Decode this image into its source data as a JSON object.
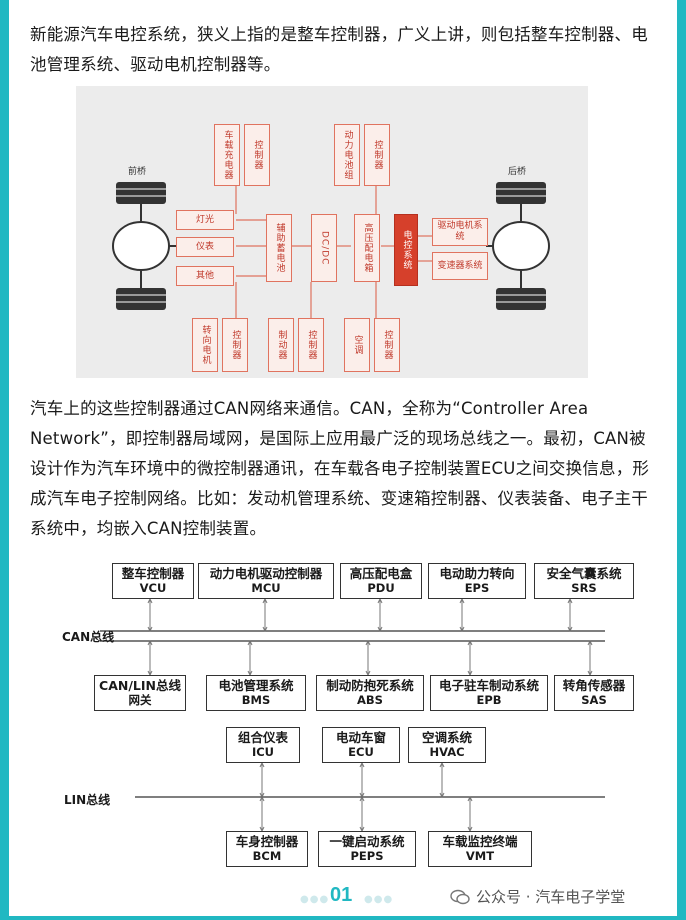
{
  "para1": "新能源汽车电控系统，狭义上指的是整车控制器，广义上讲，则包括整车控制器、电池管理系统、驱动电机控制器等。",
  "para2": "汽车上的这些控制器通过CAN网络来通信。CAN，全称为“Controller Area Network”，即控制器局域网，是国际上应用最广泛的现场总线之一。最初，CAN被设计作为汽车环境中的微控制器通讯，在车载各电子控制装置ECU之间交换信息，形成汽车电子控制网络。比如：发动机管理系统、变速箱控制器、仪表装备、电子主干系统中，均嵌入CAN控制装置。",
  "figure1": {
    "front_axle": "前桥",
    "rear_axle": "后桥",
    "boxes": {
      "onboard_charger": "车载充电器",
      "charger_ctrl": "控制器",
      "power_battery": "动力电池组",
      "battery_ctrl": "控制器",
      "light": "灯光",
      "meter": "仪表",
      "other": "其他",
      "aux_battery": "辅助蓄电池",
      "dcdc": "DC/DC",
      "hv_box": "高压配电箱",
      "ecu_sys": "电控系统",
      "drive_motor": "驱动电机系统",
      "transmission": "变速器系统",
      "steering_motor": "转向电机",
      "steering_ctrl": "控制器",
      "brake": "制动器",
      "brake_ctrl": "控制器",
      "ac": "空调",
      "ac_ctrl": "控制器"
    }
  },
  "figure2": {
    "can_bus": "CAN总线",
    "lin_bus": "LIN总线",
    "top_row": [
      {
        "name": "整车控制器",
        "code": "VCU"
      },
      {
        "name": "动力电机驱动控制器",
        "code": "MCU"
      },
      {
        "name": "高压配电盒",
        "code": "PDU"
      },
      {
        "name": "电动助力转向",
        "code": "EPS"
      },
      {
        "name": "安全气囊系统",
        "code": "SRS"
      }
    ],
    "mid_row": [
      {
        "name": "CAN/LIN总线",
        "code": "网关"
      },
      {
        "name": "电池管理系统",
        "code": "BMS"
      },
      {
        "name": "制动防抱死系统",
        "code": "ABS"
      },
      {
        "name": "电子驻车制动系统",
        "code": "EPB"
      },
      {
        "name": "转角传感器",
        "code": "SAS"
      }
    ],
    "third_row": [
      {
        "name": "组合仪表",
        "code": "ICU"
      },
      {
        "name": "电动车窗",
        "code": "ECU"
      },
      {
        "name": "空调系统",
        "code": "HVAC"
      }
    ],
    "bottom_row": [
      {
        "name": "车身控制器",
        "code": "BCM"
      },
      {
        "name": "一键启动系统",
        "code": "PEPS"
      },
      {
        "name": "车载监控终端",
        "code": "VMT"
      }
    ]
  },
  "footer": {
    "page_number": "01",
    "watermark": "公众号 · 汽车电子学堂"
  }
}
